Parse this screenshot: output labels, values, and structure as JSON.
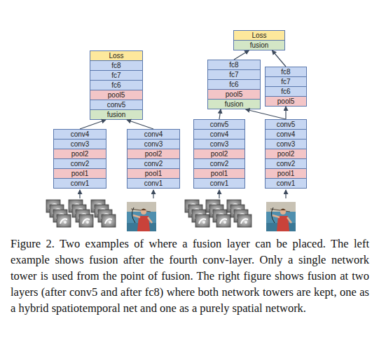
{
  "diagram": {
    "caption": "Figure 2. Two examples of where a fusion layer can be placed. The left example shows fusion after the fourth conv-layer. Only a single network tower is used from the point of fusion. The right figure shows fusion at two layers (after conv5 and after fc8) where both network towers are kept, one as a hybrid spatiotemporal net and one as a purely spatial network.",
    "nodes": [
      {
        "text": [
          "Loss"
        ]
      },
      {
        "text": [
          "fc8"
        ]
      },
      {
        "text": [
          "fc7"
        ]
      },
      {
        "text": [
          "fc6"
        ]
      },
      {
        "text": [
          "pool5"
        ]
      },
      {
        "text": [
          "conv5"
        ]
      },
      {
        "text": [
          "fusion"
        ]
      },
      {
        "text": [
          "conv4"
        ]
      },
      {
        "text": [
          "conv3"
        ]
      },
      {
        "text": [
          "pool2"
        ]
      },
      {
        "text": [
          "conv2"
        ]
      },
      {
        "text": [
          "pool1"
        ]
      },
      {
        "text": [
          "conv1"
        ]
      },
      {
        "text": [
          "conv4"
        ]
      },
      {
        "text": [
          "conv3"
        ]
      },
      {
        "text": [
          "pool2"
        ]
      },
      {
        "text": [
          "conv2"
        ]
      },
      {
        "text": [
          "pool1"
        ]
      },
      {
        "text": [
          "conv1"
        ]
      },
      {
        "text": [
          "Loss"
        ]
      },
      {
        "text": [
          "fusion"
        ]
      },
      {
        "text": [
          "fc8"
        ]
      },
      {
        "text": [
          "fc7"
        ]
      },
      {
        "text": [
          "fc6"
        ]
      },
      {
        "text": [
          "pool5"
        ]
      },
      {
        "text": [
          "fusion"
        ]
      },
      {
        "text": [
          "fc8"
        ]
      },
      {
        "text": [
          "fc7"
        ]
      },
      {
        "text": [
          "fc6"
        ]
      },
      {
        "text": [
          "pool5"
        ]
      },
      {
        "text": [
          "conv5"
        ]
      },
      {
        "text": [
          "conv4"
        ]
      },
      {
        "text": [
          "conv3"
        ]
      },
      {
        "text": [
          "pool2"
        ]
      },
      {
        "text": [
          "conv2"
        ]
      },
      {
        "text": [
          "pool1"
        ]
      },
      {
        "text": [
          "conv1"
        ]
      },
      {
        "text": [
          "conv5"
        ]
      },
      {
        "text": [
          "conv4"
        ]
      },
      {
        "text": [
          "conv3"
        ]
      },
      {
        "text": [
          "pool2"
        ]
      },
      {
        "text": [
          "conv2"
        ]
      },
      {
        "text": [
          "pool1"
        ]
      },
      {
        "text": [
          "conv1"
        ]
      }
    ],
    "edges": [
      {
        "from": 7,
        "to": 6,
        "arrow": "to"
      },
      {
        "from": 13,
        "to": 6,
        "arrow": "to"
      },
      {
        "from": 30,
        "to": 25,
        "arrow": "to"
      },
      {
        "from": 37,
        "to": 25,
        "arrow": "to"
      },
      {
        "from": 37,
        "to": 29,
        "arrow": "to"
      },
      {
        "from": 21,
        "to": 20,
        "arrow": "to"
      },
      {
        "from": 26,
        "to": 20,
        "arrow": "to"
      }
    ]
  }
}
